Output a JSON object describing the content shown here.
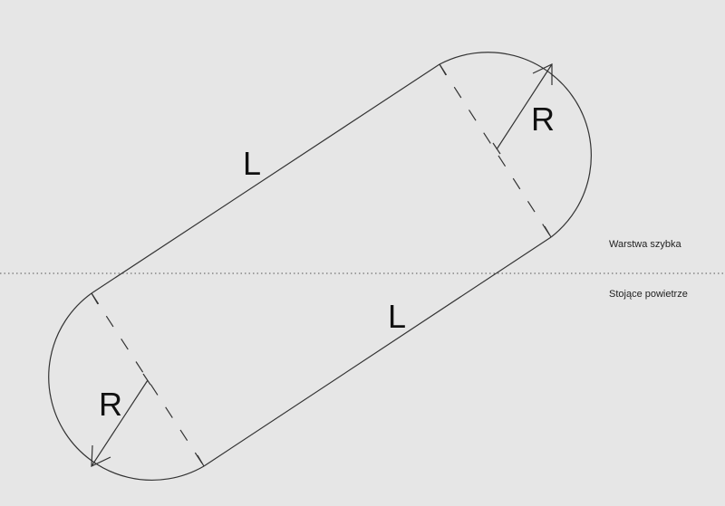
{
  "labels": {
    "layer_top": "Warstwa szybka",
    "layer_bottom": "Stojące powietrze",
    "length_top": "L",
    "length_bottom": "L",
    "radius_top": "R",
    "radius_bottom": "R"
  },
  "colors": {
    "background": "#e6e6e6",
    "stroke": "#333333"
  }
}
